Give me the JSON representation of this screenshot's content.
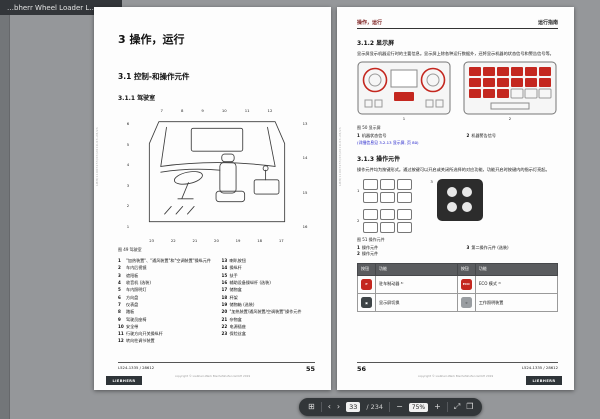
{
  "colors": {
    "accent_red": "#c4271f",
    "link_blue": "#1414c8",
    "header_maroon": "#7c1f1f",
    "toolbar_bg": "#323639"
  },
  "brand": {
    "logo_text": "LIEBHERR"
  },
  "window": {
    "tab_title": "…bherr Wheel Loader L…"
  },
  "toolbar": {
    "page_current": "33",
    "page_total": "/ 234",
    "zoom_value": "75%",
    "icons": {
      "thumbnails": "⊞",
      "prev": "‹",
      "next": "›",
      "zoom_out": "−",
      "zoom_in": "+",
      "fit": "⤢",
      "fullscreen": "❐"
    }
  },
  "left_page": {
    "side_code": "LBH/11007255/03/2019-03-28/zh",
    "chapter_heading": "3 操作，运行",
    "section_heading": "3.1 控制-和操作元件",
    "subsection_heading": "3.1.1 驾驶室",
    "figure_caption": "图 49  驾驶室",
    "callouts_top": [
      "7",
      "8",
      "9",
      "10",
      "11",
      "12"
    ],
    "callouts_left": [
      "6",
      "5",
      "4",
      "3",
      "2",
      "1"
    ],
    "callouts_right": [
      "13",
      "14",
      "15",
      "16"
    ],
    "callouts_bottom": [
      "23",
      "22",
      "21",
      "20",
      "19",
      "18",
      "17"
    ],
    "legend": [
      {
        "num": "1",
        "label": "\"加热装置\"、\"通风装置\"和\"空调装置\"操纵元件"
      },
      {
        "num": "2",
        "label": "车内后视镜"
      },
      {
        "num": "3",
        "label": "遮阳板"
      },
      {
        "num": "4",
        "label": "收音机 (选装)"
      },
      {
        "num": "5",
        "label": "车内照明灯"
      },
      {
        "num": "6",
        "label": "方向盘"
      },
      {
        "num": "7",
        "label": "仪表盘"
      },
      {
        "num": "8",
        "label": "踏板"
      },
      {
        "num": "9",
        "label": "驾驶员座椅"
      },
      {
        "num": "10",
        "label": "安全带"
      },
      {
        "num": "11",
        "label": "行驶方向开关操纵杆"
      },
      {
        "num": "12",
        "label": "转向柱调节装置"
      },
      {
        "num": "13",
        "label": "喇叭按钮"
      },
      {
        "num": "14",
        "label": "操纵杆"
      },
      {
        "num": "15",
        "label": "扶手"
      },
      {
        "num": "16",
        "label": "辅助设备操纵杆 (选装)"
      },
      {
        "num": "17",
        "label": "储物盒"
      },
      {
        "num": "18",
        "label": "杯架"
      },
      {
        "num": "19",
        "label": "储物箱 (选装)"
      },
      {
        "num": "20",
        "label": "\"加热装置/通风装置/空调装置\"操作元件"
      },
      {
        "num": "21",
        "label": "杂物盒"
      },
      {
        "num": "22",
        "label": "电源插座"
      },
      {
        "num": "23",
        "label": "保险丝盒"
      }
    ],
    "footer_code": "L524-1335 / 28612",
    "page_number": "55",
    "copyright": "copyright © Liebherr-Werk Bischofshofen GmbH 2019"
  },
  "right_page": {
    "side_code": "LBH/11007255/03/2019-03-28/zh",
    "header_left": "操作，运行",
    "header_right": "运行指南",
    "s312": {
      "heading": "3.1.2 显示屏",
      "body": "显示屏显示机器运行时的主要信息。显示屏上除各种运行数据外，还将显示机器的状态信号和警告信号等。"
    },
    "fig50_callouts": [
      "1",
      "2"
    ],
    "fig50_caption": "图 50  显示屏",
    "fig50_legend": [
      {
        "num": "1",
        "label": "机器状态信号"
      },
      {
        "num": "2",
        "label": "机器警告信号"
      }
    ],
    "fig50_note": "(详细信息见 3.2.13 显示屏, 页 80)",
    "s313": {
      "heading": "3.1.3 操作元件",
      "body": "操作元件均为按键形式。通过按键可以开启或关闭所选择的对应功能，功能开启时按键内的指示灯亮起。"
    },
    "fig51_callouts": [
      "1",
      "2",
      "3"
    ],
    "fig51_caption": "图 51  操作元件",
    "fig51_legend": [
      {
        "num": "1",
        "label": "操作元件"
      },
      {
        "num": "2",
        "label": "操作元件"
      },
      {
        "num": "3",
        "label": "第二操作元件 (选装)"
      }
    ],
    "table": {
      "headers": [
        "按钮",
        "功能",
        "按钮",
        "功能"
      ],
      "rows": [
        {
          "left": {
            "glyph": "P",
            "label": "驻车制动器 ⁴⁾"
          },
          "right": {
            "glyph": "ECO",
            "label": "ECO 模式 ⁴⁾"
          }
        },
        {
          "left": {
            "glyph": "▣",
            "label": "显示屏切换"
          },
          "right": {
            "glyph": "☼",
            "label": "工作照明装置"
          }
        }
      ]
    },
    "page_number": "56",
    "footer_code": "L524-1335 / 28612",
    "copyright": "copyright © Liebherr-Werk Bischofshofen GmbH 2019"
  }
}
